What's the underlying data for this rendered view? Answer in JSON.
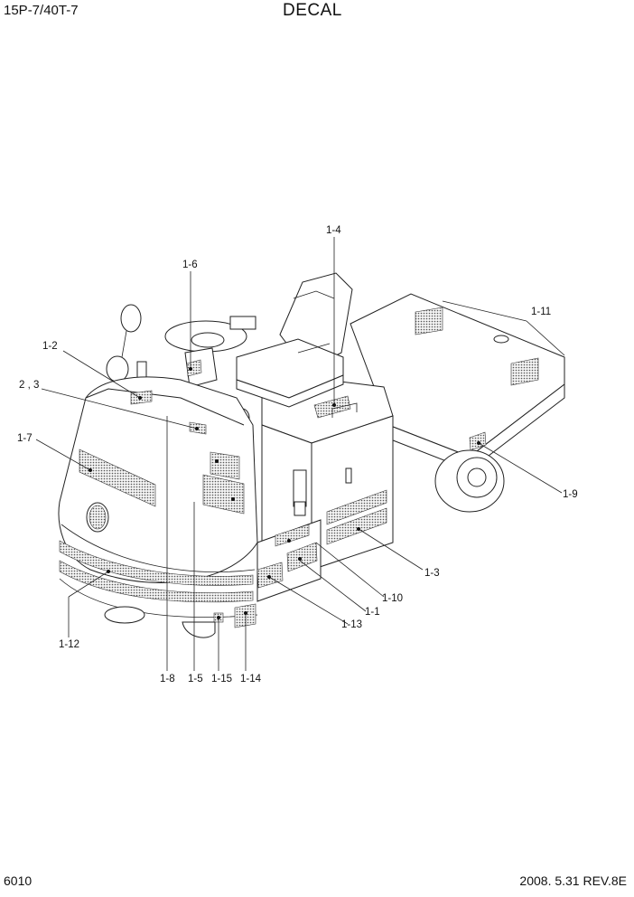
{
  "header": {
    "model": "15P-7/40T-7",
    "title": "DECAL"
  },
  "footer": {
    "page_number": "6010",
    "revision": "2008. 5.31  REV.8E"
  },
  "callouts": {
    "c1_4": "1-4",
    "c1_6": "1-6",
    "c1_11": "1-11",
    "c1_2": "1-2",
    "c2_3": "2 , 3",
    "c1_7": "1-7",
    "c1_9": "1-9",
    "c1_3": "1-3",
    "c1_10": "1-10",
    "c1_1": "1-1",
    "c1_13": "1-13",
    "c1_12": "1-12",
    "c1_8": "1-8",
    "c1_5": "1-5",
    "c1_15": "1-15",
    "c1_14": "1-14"
  }
}
